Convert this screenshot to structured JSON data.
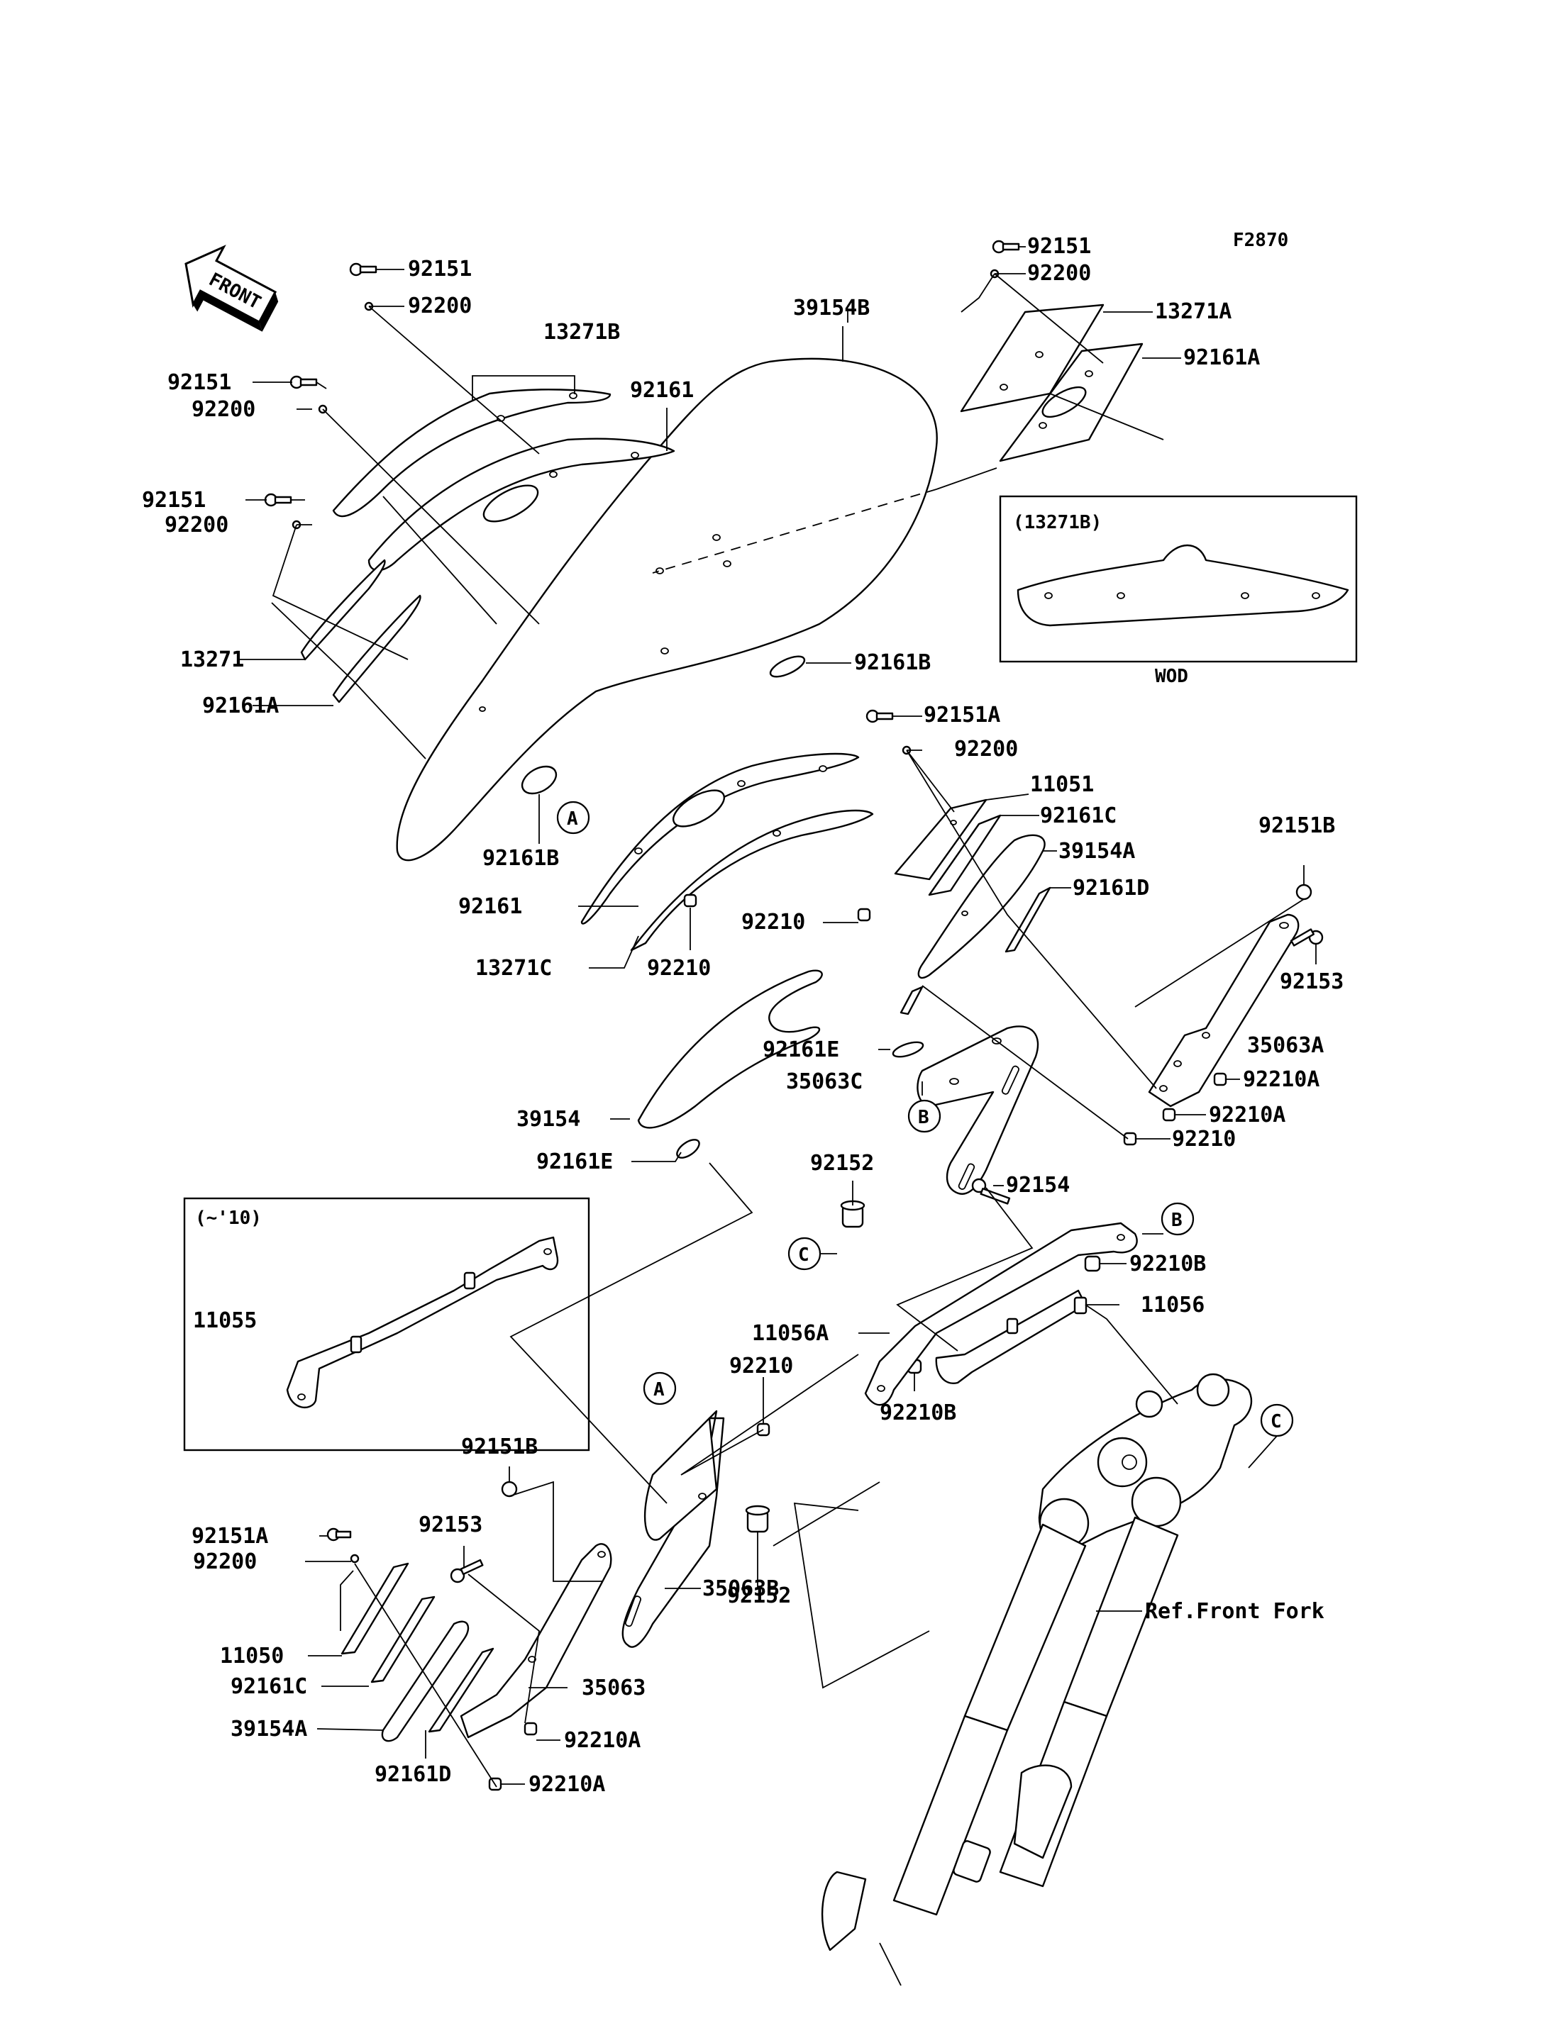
{
  "figure_code": "F2870",
  "front_arrow": "FRONT",
  "inset_top": {
    "title": "(13271B)",
    "caption": "WOD"
  },
  "inset_left": {
    "title": "(~'10)",
    "part": "11055"
  },
  "ref_note": "Ref.Front Fork",
  "callouts": {
    "a": "A",
    "b": "B",
    "c": "C"
  },
  "labels": {
    "l01": "92151",
    "l02": "92200",
    "l03": "13271B",
    "l04": "39154B",
    "l05": "92151",
    "l06": "92200",
    "l07": "13271A",
    "l08": "92161A",
    "l09": "92151",
    "l10": "92200",
    "l11": "92161",
    "l12": "92151",
    "l13": "92200",
    "l14": "13271",
    "l15": "92161A",
    "l16": "92161B",
    "l17": "92161B",
    "l18": "92161",
    "l19": "13271C",
    "l20": "92210",
    "l21": "92210",
    "l22": "92151A",
    "l23": "92200",
    "l24": "11051",
    "l25": "92161C",
    "l26": "39154A",
    "l27": "92161D",
    "l28": "92151B",
    "l29": "92153",
    "l30": "35063A",
    "l31": "92210A",
    "l32": "92210A",
    "l33": "92210",
    "l34": "92161E",
    "l35": "35063C",
    "l36": "39154",
    "l37": "92161E",
    "l38": "92152",
    "l39": "92154",
    "l40": "92210B",
    "l41": "11056",
    "l42": "11056A",
    "l43": "92210B",
    "l44": "92210",
    "l45": "92151B",
    "l46": "92153",
    "l47": "92151A",
    "l48": "92200",
    "l49": "11050",
    "l50": "92161C",
    "l51": "39154A",
    "l52": "92161D",
    "l53": "35063",
    "l54": "92210A",
    "l55": "92210A",
    "l56": "92152",
    "l57": "35063B"
  }
}
